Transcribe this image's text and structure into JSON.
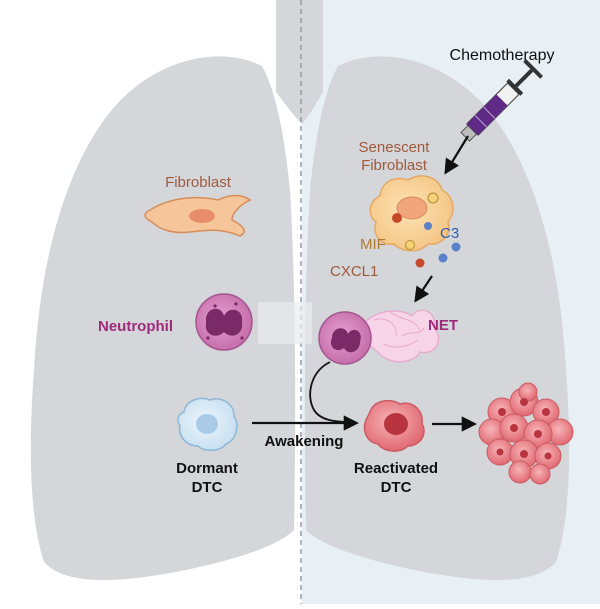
{
  "labels": {
    "chemotherapy": "Chemotherapy",
    "senescent_line1": "Senescent",
    "senescent_line2": "Fibroblast",
    "fibroblast": "Fibroblast",
    "c3": "C3",
    "mif": "MIF",
    "cxcl1": "CXCL1",
    "neutrophil": "Neutrophil",
    "net": "NET",
    "dormant_line1": "Dormant",
    "dormant_line2": "DTC",
    "awakening": "Awakening",
    "reactivated_line1": "Reactivated",
    "reactivated_line2": "DTC"
  },
  "colors": {
    "lung_fill": "#d4d6da",
    "right_panel": "#e8f0f6",
    "fibroblast_label": "#a05a3c",
    "factor_label": "#b07a2a",
    "c3_label": "#2f5fae",
    "neutrophil_label": "#a02a7a",
    "text_dark": "#111111",
    "syringe": "#5e2a86",
    "tumor": "#e9848c"
  }
}
